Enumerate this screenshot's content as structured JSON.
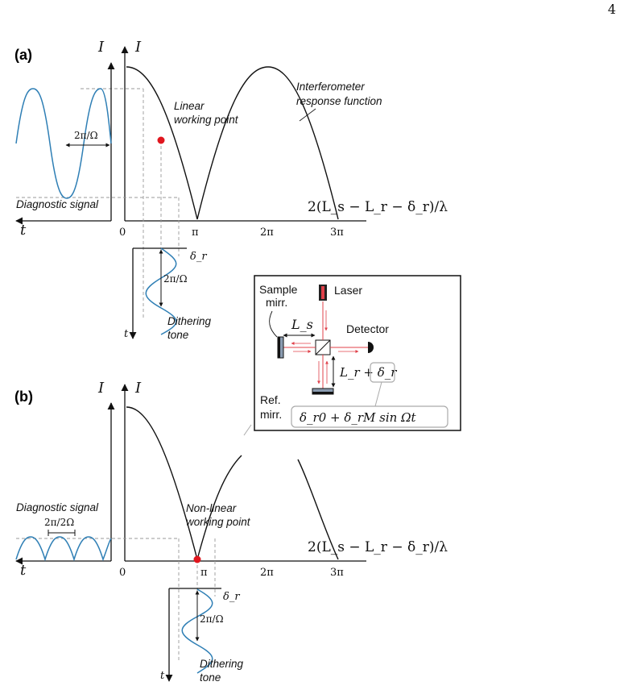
{
  "page_number": "4",
  "colors": {
    "signal": "#2f7fb5",
    "laser": "#e0404a",
    "point": "#e0161e",
    "axis": "#111111",
    "guide": "#9a9a9a"
  },
  "panel_a": {
    "label": "(a)",
    "y_axis": "I",
    "x_axis_label": "2(L_s − L_r − δ_r)/λ",
    "ticks": [
      "0",
      "π",
      "2π",
      "3π"
    ],
    "response_label_1": "Interferometer",
    "response_label_2": "response function",
    "working_point_1": "Linear",
    "working_point_2": "working point",
    "diag_label": "Diagnostic signal",
    "diag_period": "2π/Ω",
    "time_label": "t",
    "dither_axis": "δ_r",
    "dither_period": "2π/Ω",
    "dither_time": "t",
    "dither_label_1": "Dithering",
    "dither_label_2": "tone"
  },
  "panel_b": {
    "label": "(b)",
    "y_axis": "I",
    "x_axis_label": "2(L_s − L_r − δ_r)/λ",
    "ticks": [
      "0",
      "π",
      "2π",
      "3π"
    ],
    "working_point_1": "Non-linear",
    "working_point_2": "working point",
    "diag_label": "Diagnostic signal",
    "diag_period": "2π/2Ω",
    "time_label": "t",
    "dither_axis": "δ_r",
    "dither_period": "2π/Ω",
    "dither_time": "t",
    "dither_label_1": "Dithering",
    "dither_label_2": "tone"
  },
  "setup": {
    "laser": "Laser",
    "sample_1": "Sample",
    "sample_2": "mirr.",
    "detector": "Detector",
    "ref_1": "Ref.",
    "ref_2": "mirr.",
    "ls": "L_s",
    "lr": "L_r + δ_r",
    "dither_formula": "δ_r0 + δ_rM sin Ωt"
  }
}
